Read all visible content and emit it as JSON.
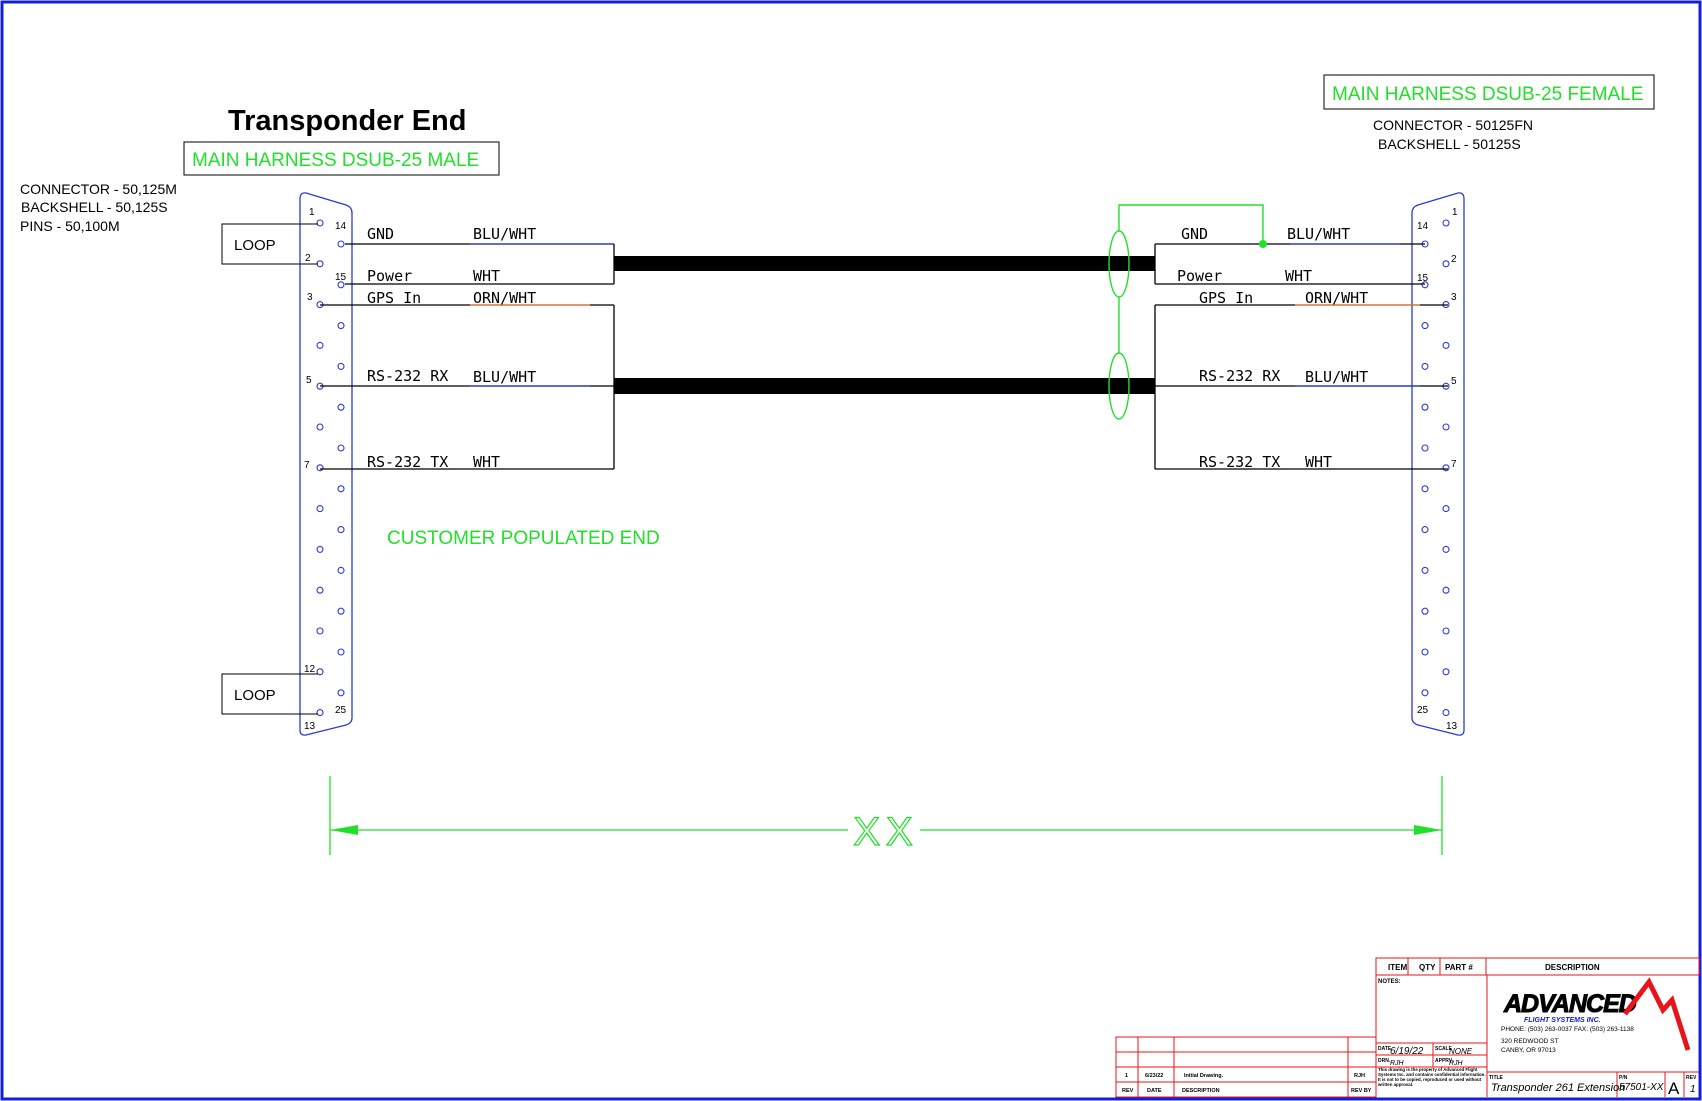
{
  "title": "Transponder End",
  "left_connector": {
    "label": "MAIN HARNESS DSUB-25 MALE",
    "specs": [
      "CONNECTOR - 50,125M",
      "BACKSHELL - 50,125S",
      "PINS - 50,100M"
    ],
    "loops": [
      "LOOP",
      "LOOP"
    ]
  },
  "right_connector": {
    "label": "MAIN HARNESS DSUB-25 FEMALE",
    "specs": [
      "CONNECTOR - 50125FN",
      "BACKSHELL - 50125S"
    ]
  },
  "pin_numbers": {
    "p1": "1",
    "p2": "2",
    "p3": "3",
    "p5": "5",
    "p7": "7",
    "p12": "12",
    "p13": "13",
    "p14": "14",
    "p15": "15",
    "p25": "25"
  },
  "wires": [
    {
      "signal": "GND",
      "color": "BLU/WHT"
    },
    {
      "signal": "Power",
      "color": "WHT"
    },
    {
      "signal": "GPS In",
      "color": "ORN/WHT"
    },
    {
      "signal": "RS-232 RX",
      "color": "BLU/WHT"
    },
    {
      "signal": "RS-232 TX",
      "color": "WHT"
    }
  ],
  "note": "CUSTOMER POPULATED END",
  "dimension": "XX",
  "title_block": {
    "headers": {
      "item": "ITEM",
      "qty": "QTY",
      "part": "PART #",
      "description": "DESCRIPTION"
    },
    "notes_label": "NOTES:",
    "date_label": "DATE",
    "date": "6/19/22",
    "scale_label": "SCALE",
    "scale": "NONE",
    "drn_label": "DRN.",
    "drn": "RJH",
    "apprv_label": "APPRV.",
    "apprv": "RJH",
    "company": "ADVANCED",
    "company_sub": "FLIGHT SYSTEMS INC.",
    "phone": "PHONE: (503) 263-0037  FAX: (503) 263-1138",
    "address1": "320 REDWOOD ST",
    "address2": "CANBY, OR 97013",
    "property_note": "This drawing is the property of Advanced Flight Systems Inc. and contains confidential information. It is not to be copied, reproduced or used without written approval.",
    "title_label": "TITLE",
    "drawing_title": "Transponder 261 Extension",
    "pn_label": "P/N",
    "pn": "57501-XX",
    "size": "A",
    "rev_label": "REV",
    "rev": "1",
    "rev_row": {
      "rev": "1",
      "date": "6/23/22",
      "description": "Initial Drawing.",
      "by": "RJH"
    },
    "rev_headers": {
      "rev": "REV",
      "date": "DATE",
      "description": "DESCRIPTION",
      "by": "REV BY"
    }
  },
  "colors": {
    "border": "#1020d8",
    "pin": "#2a3bd4",
    "label": "#22e02a",
    "shield": "#22e02a",
    "orange": "#ff7a33",
    "red": "#e8141c"
  }
}
